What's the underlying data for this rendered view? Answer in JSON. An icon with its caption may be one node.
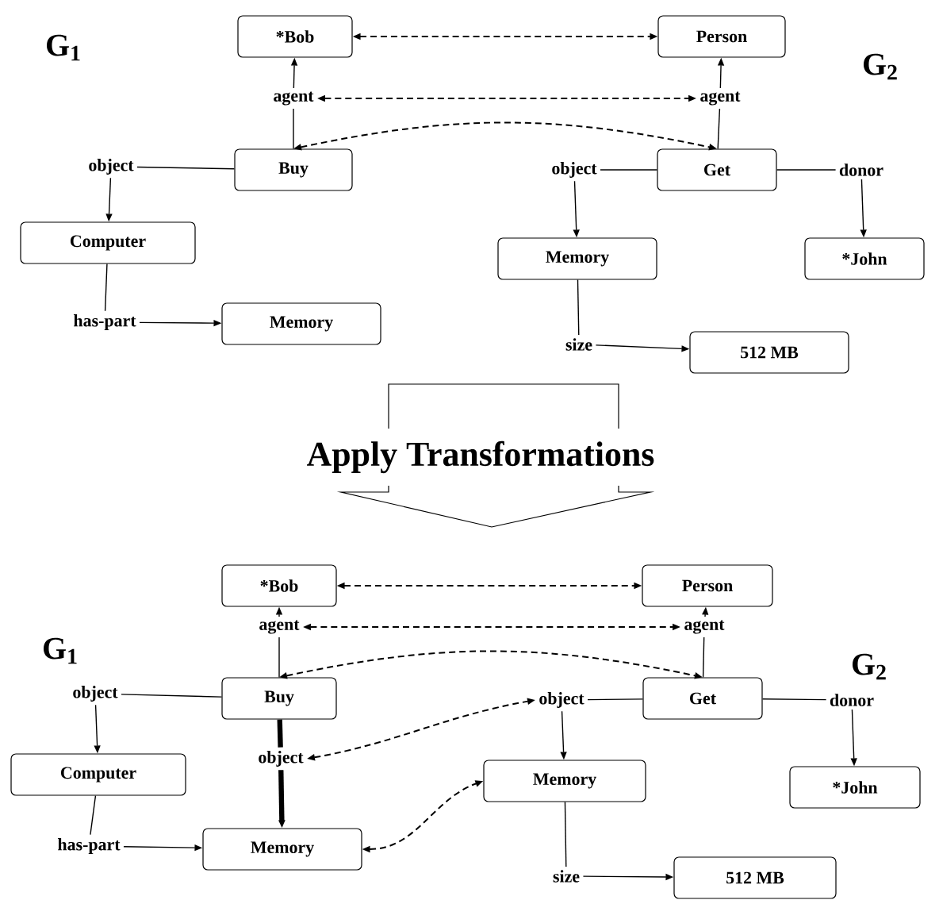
{
  "diagram": {
    "nodes": [
      {
        "text": [
          "*Bob"
        ]
      },
      {
        "text": [
          "Person"
        ]
      },
      {
        "text": [
          "agent"
        ]
      },
      {
        "text": [
          "agent"
        ]
      },
      {
        "text": [
          "Buy"
        ]
      },
      {
        "text": [
          "Get"
        ]
      },
      {
        "text": [
          "object"
        ]
      },
      {
        "text": [
          "Computer"
        ]
      },
      {
        "text": [
          "has-part"
        ]
      },
      {
        "text": [
          "Memory"
        ]
      },
      {
        "text": [
          "object"
        ]
      },
      {
        "text": [
          "donor"
        ]
      },
      {
        "text": [
          "Memory"
        ]
      },
      {
        "text": [
          "*John"
        ]
      },
      {
        "text": [
          "size"
        ]
      },
      {
        "text": [
          "512 MB"
        ]
      },
      {
        "text": [
          "*Bob"
        ]
      },
      {
        "text": [
          "Person"
        ]
      },
      {
        "text": [
          "agent"
        ]
      },
      {
        "text": [
          "agent"
        ]
      },
      {
        "text": [
          "Buy"
        ]
      },
      {
        "text": [
          "Get"
        ]
      },
      {
        "text": [
          "object"
        ]
      },
      {
        "text": [
          "Computer"
        ]
      },
      {
        "text": [
          "has-part"
        ]
      },
      {
        "text": [
          "Memory"
        ]
      },
      {
        "text": [
          "object"
        ]
      },
      {
        "text": [
          "object"
        ]
      },
      {
        "text": [
          "donor"
        ]
      },
      {
        "text": [
          "Memory"
        ]
      },
      {
        "text": [
          "*John"
        ]
      },
      {
        "text": [
          "size"
        ]
      },
      {
        "text": [
          "512 MB"
        ]
      }
    ],
    "edges": [
      {
        "from": 0,
        "to": 1,
        "arrow": "both",
        "style": "dashed"
      },
      {
        "from": 2,
        "to": 3,
        "arrow": "both",
        "style": "dashed"
      },
      {
        "from": 4,
        "to": 5,
        "arrow": "both",
        "style": "dashed"
      },
      {
        "from": 2,
        "to": 0,
        "arrow": "to"
      },
      {
        "from": 4,
        "to": 2,
        "arrow": "none"
      },
      {
        "from": 3,
        "to": 1,
        "arrow": "to"
      },
      {
        "from": 5,
        "to": 3,
        "arrow": "none"
      },
      {
        "from": 6,
        "to": 4,
        "arrow": "none"
      },
      {
        "from": 6,
        "to": 7,
        "arrow": "to"
      },
      {
        "from": 7,
        "to": 8,
        "arrow": "none"
      },
      {
        "from": 8,
        "to": 9,
        "arrow": "to"
      },
      {
        "from": 10,
        "to": 5,
        "arrow": "none"
      },
      {
        "from": 10,
        "to": 12,
        "arrow": "to"
      },
      {
        "from": 5,
        "to": 11,
        "arrow": "none"
      },
      {
        "from": 11,
        "to": 13,
        "arrow": "to"
      },
      {
        "from": 12,
        "to": 14,
        "arrow": "none"
      },
      {
        "from": 14,
        "to": 15,
        "arrow": "to"
      },
      {
        "from": 16,
        "to": 17,
        "arrow": "both",
        "style": "dashed"
      },
      {
        "from": 18,
        "to": 19,
        "arrow": "both",
        "style": "dashed"
      },
      {
        "from": 20,
        "to": 21,
        "arrow": "both",
        "style": "dashed"
      },
      {
        "from": 26,
        "to": 27,
        "arrow": "both",
        "style": "dashed"
      },
      {
        "from": 25,
        "to": 29,
        "arrow": "both",
        "style": "dashed"
      },
      {
        "from": 18,
        "to": 16,
        "arrow": "to"
      },
      {
        "from": 20,
        "to": 18,
        "arrow": "none"
      },
      {
        "from": 19,
        "to": 17,
        "arrow": "to"
      },
      {
        "from": 21,
        "to": 19,
        "arrow": "none"
      },
      {
        "from": 22,
        "to": 20,
        "arrow": "none"
      },
      {
        "from": 22,
        "to": 23,
        "arrow": "to"
      },
      {
        "from": 23,
        "to": 24,
        "arrow": "none"
      },
      {
        "from": 24,
        "to": 25,
        "arrow": "to"
      },
      {
        "from": 20,
        "to": 26,
        "arrow": "none",
        "style": "thick"
      },
      {
        "from": 26,
        "to": 25,
        "arrow": "to",
        "style": "thick"
      },
      {
        "from": 27,
        "to": 21,
        "arrow": "none"
      },
      {
        "from": 27,
        "to": 29,
        "arrow": "to"
      },
      {
        "from": 21,
        "to": 28,
        "arrow": "none"
      },
      {
        "from": 28,
        "to": 30,
        "arrow": "to"
      },
      {
        "from": 29,
        "to": 31,
        "arrow": "none"
      },
      {
        "from": 31,
        "to": 32,
        "arrow": "to"
      }
    ],
    "labels": [
      "G$_{1}$",
      "G$_{2}$",
      "Apply Transformations",
      "G$_{1}$",
      "G$_{2}$"
    ]
  }
}
